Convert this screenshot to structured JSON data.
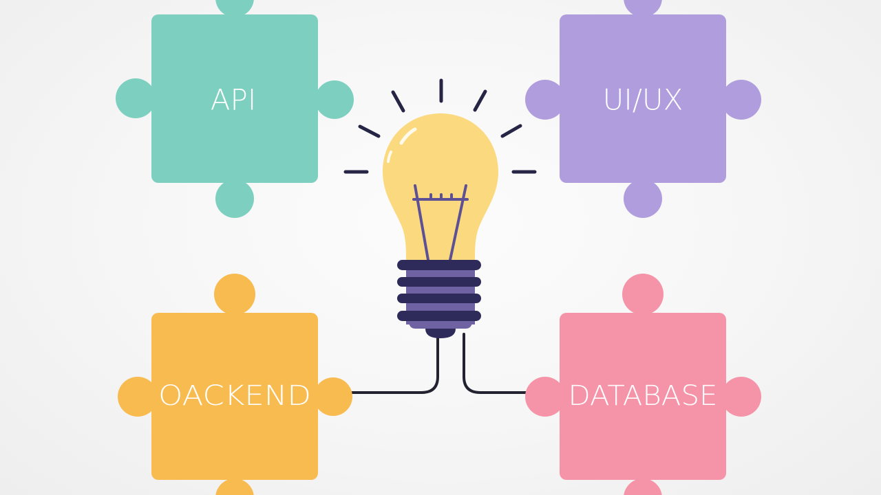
{
  "diagram": {
    "title": "",
    "center": {
      "name": "lightbulb",
      "colors": {
        "glass": "#fbd97e",
        "filament": "#5e5094",
        "base_band": "#2e2a5a",
        "base_body": "#6e62a3",
        "rays": "#262545",
        "wire": "#222230"
      }
    },
    "pieces": [
      {
        "id": "api",
        "label": "API",
        "color": "#7dcfbf",
        "position": "top-left"
      },
      {
        "id": "uiux",
        "label": "UI/UX",
        "color": "#b09ddd",
        "position": "top-right"
      },
      {
        "id": "backend",
        "label": "OACKEND",
        "color": "#f8bb50",
        "position": "bottom-left"
      },
      {
        "id": "database",
        "label": "DATABASE",
        "color": "#f594a8",
        "position": "bottom-right"
      }
    ],
    "connections": [
      {
        "from": "lightbulb",
        "to": "backend"
      },
      {
        "from": "lightbulb",
        "to": "database"
      }
    ]
  }
}
